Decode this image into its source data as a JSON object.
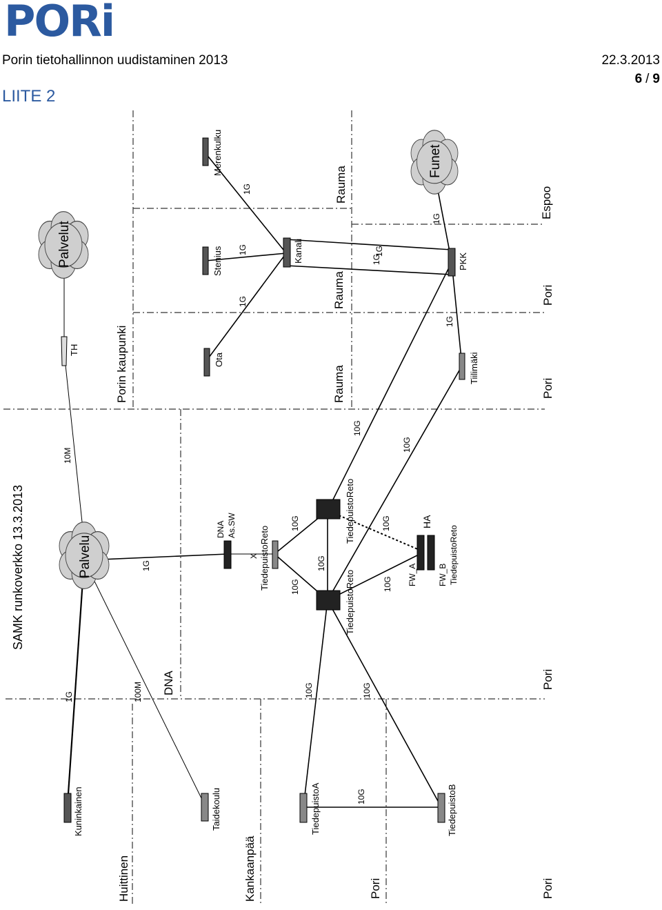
{
  "header": {
    "logo": "PORi",
    "title": "Porin tietohallinnon uudistaminen 2013",
    "date": "22.3.2013",
    "page_current": "6",
    "page_sep": "/",
    "page_total": "9",
    "attachment": "LIITE 2"
  },
  "diagram": {
    "title": "SAMK runkoverkko 13.3.2013",
    "zones": {
      "porin_kaupunki": "Porin kaupunki",
      "dna": "DNA",
      "huittinen": "Huittinen",
      "kankaanpaa": "Kankaanpää",
      "pori_bottom_left": "Pori",
      "pori_bottom_right": "Pori",
      "pori_right_1": "Pori",
      "pori_right_2": "Pori",
      "pori_right_3": "Pori",
      "rauma_1": "Rauma",
      "rauma_2": "Rauma",
      "rauma_3": "Rauma",
      "espoo": "Espoo"
    },
    "clouds": {
      "palvelut": "Palvelut",
      "palvelu": "Palvelu",
      "funet": "Funet"
    },
    "nodes": {
      "th": "TH",
      "merenkulku": "Merenkulku",
      "stenius": "Stenius",
      "ota": "Ota",
      "kanali": "Kanali",
      "pkk": "PKK",
      "tiilimaki": "Tiilimäki",
      "dna_assw_1": "DNA",
      "dna_assw_2": "As.SW",
      "x_mark": "X",
      "tiedepuistoreto_small": "TiedepuistoReto",
      "tiedepuistoreto_top": "TiedepuistoReto",
      "tiedepuistoreto_bottom": "TiedepuistoReto",
      "fw_a": "FW_A",
      "fw_b": "FW_B",
      "tiedepuistoreto_fw": "TiedepuistoReto",
      "ha": "HA",
      "kuninkainen": "Kuninkainen",
      "taidekoulu": "Taidekoulu",
      "tiedepuistoa": "TiedepuistoA",
      "tiedepuistob": "TiedepuistoB"
    },
    "links": {
      "merenkulku_kanali": "1G",
      "stenius_kanali": "1G",
      "ota_kanali": "1G",
      "kanali_pkk": "1G",
      "kanali_pkk_2": "1G",
      "funet_pkk": "1G",
      "pkk_tiilimaki": "1G",
      "th_palvelu": "10M",
      "palvelu_dna": "1G",
      "palvelu_kuninkainen": "1G",
      "palvelu_taidekoulu": "100M",
      "reto_small_top": "10G",
      "reto_small_bottom": "10G",
      "core_top_bottom": "10G",
      "core_top_pkk": "10G",
      "core_bottom_tiilimaki": "10G",
      "core_bottom_fw": "10G",
      "core_to_fw": "10G",
      "core_tiedepuistoa": "10G",
      "core_tiedepuistob": "10G",
      "tiedepuistoa_tiedepuistob": "10G"
    }
  }
}
